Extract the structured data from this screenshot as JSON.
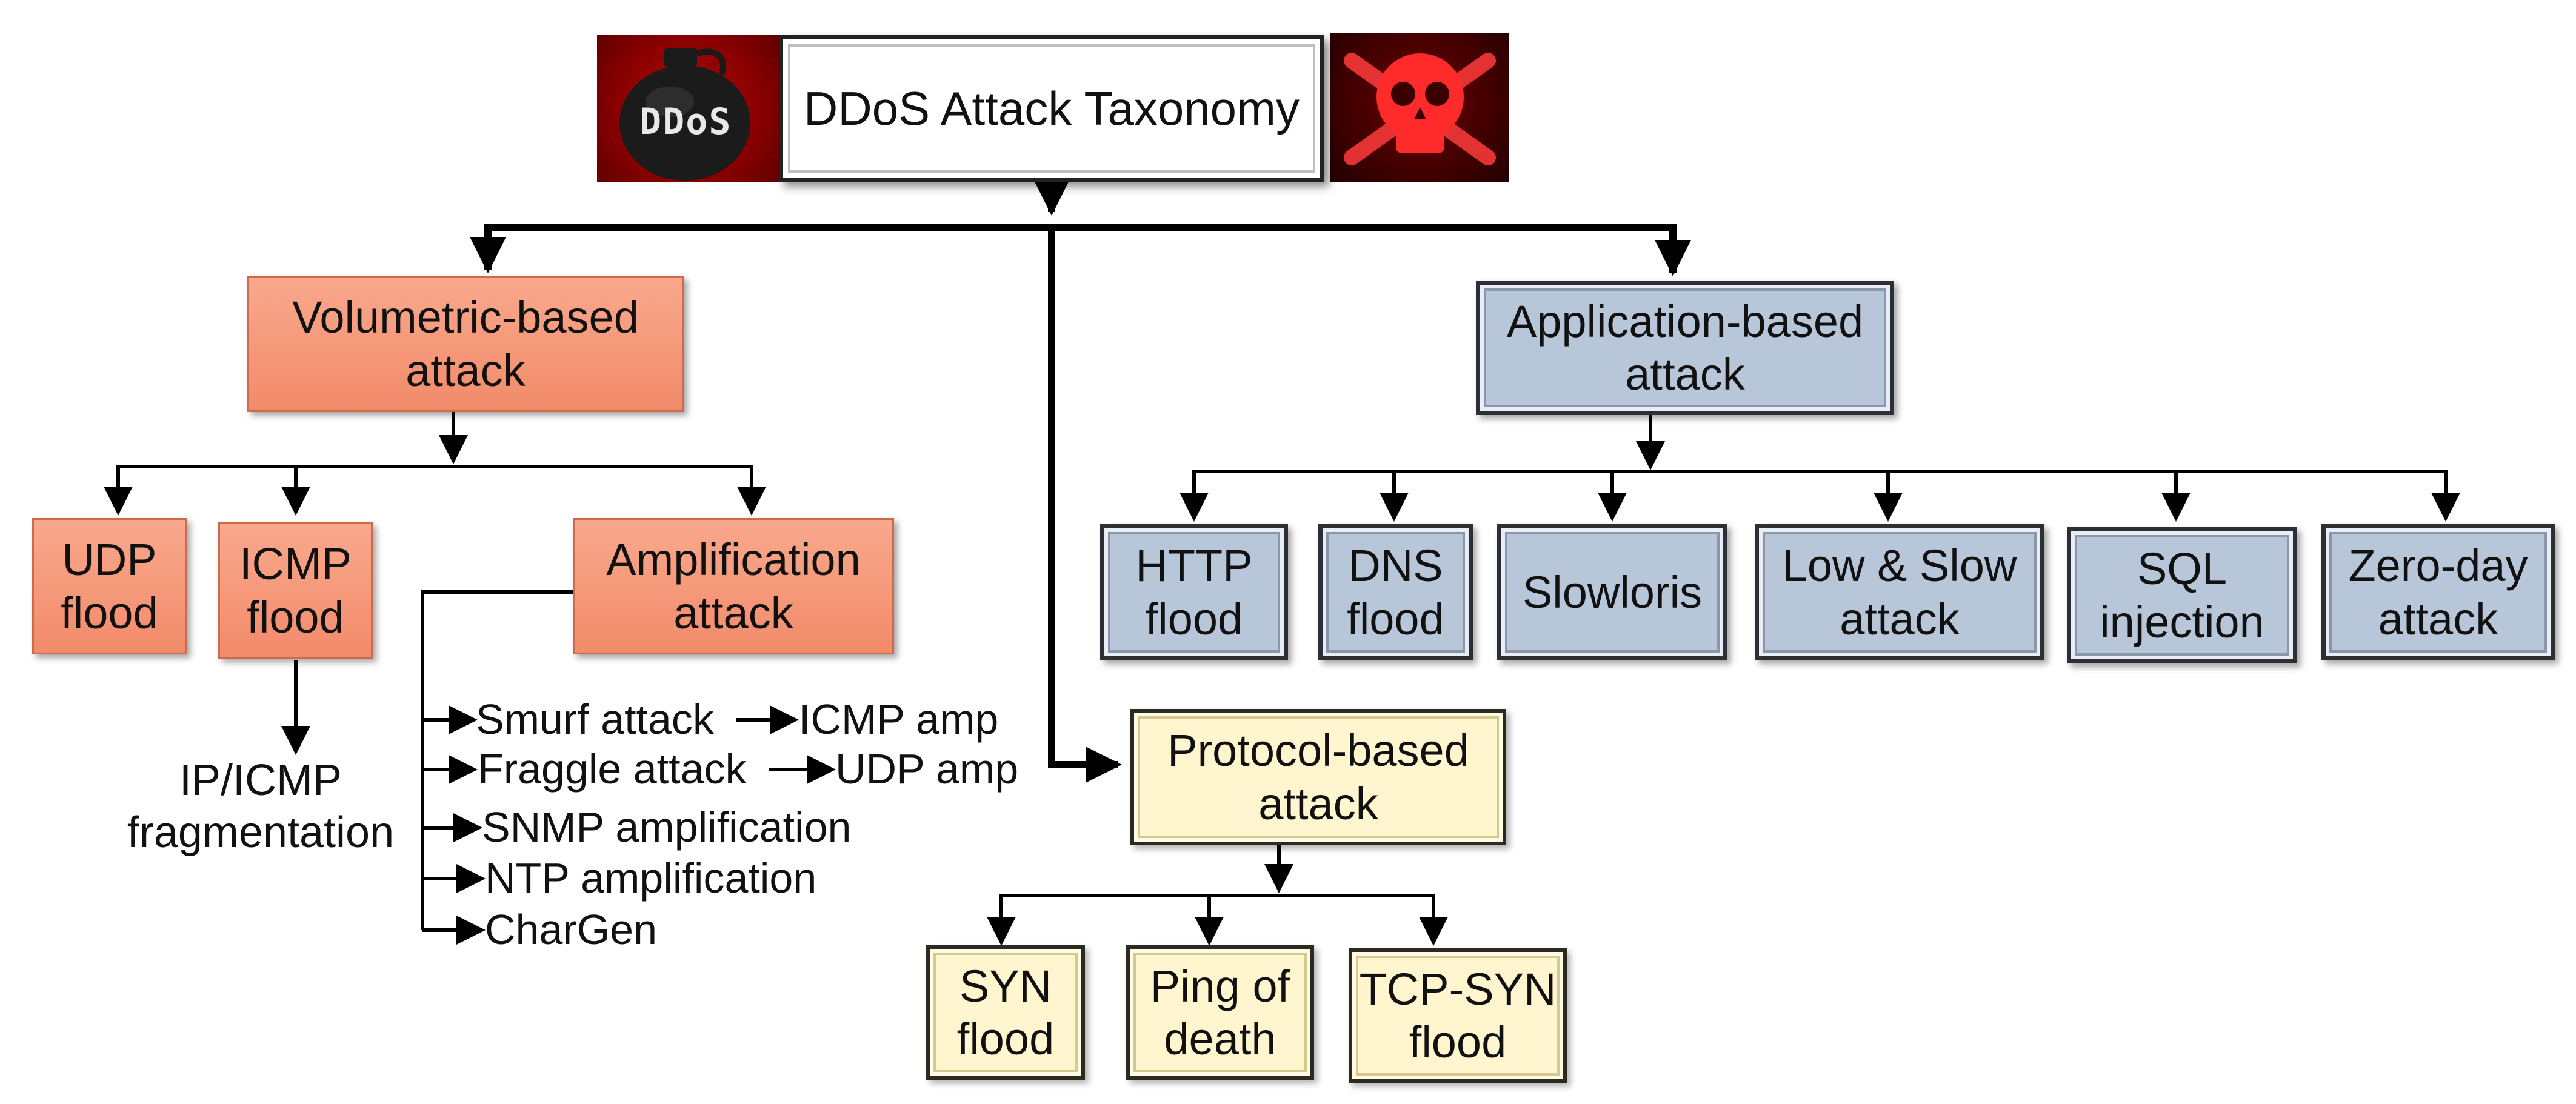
{
  "root": {
    "title": "DDoS Attack Taxonomy",
    "left_image_text": "DDoS"
  },
  "volumetric": {
    "title": "Volumetric-based\nattack",
    "udp": "UDP\nflood",
    "icmp": "ICMP\nflood",
    "icmp_child": "IP/ICMP\nfragmentation",
    "amplification": "Amplification\nattack",
    "amp_items": [
      {
        "name": "Smurf attack",
        "target": "ICMP amp"
      },
      {
        "name": "Fraggle attack",
        "target": "UDP amp"
      },
      {
        "name": "SNMP amplification",
        "target": ""
      },
      {
        "name": "NTP amplification",
        "target": ""
      },
      {
        "name": "CharGen",
        "target": ""
      }
    ]
  },
  "application": {
    "title": "Application-based\nattack",
    "items": [
      "HTTP\nflood",
      "DNS\nflood",
      "Slowloris",
      "Low & Slow\nattack",
      "SQL\ninjection",
      "Zero-day\nattack"
    ]
  },
  "protocol": {
    "title": "Protocol-based\nattack",
    "items": [
      "SYN\nflood",
      "Ping of\ndeath",
      "TCP-SYN\nflood"
    ]
  },
  "colors": {
    "volumetric": "#f4977a",
    "application": "#b8c6da",
    "protocol": "#fff6cf"
  }
}
